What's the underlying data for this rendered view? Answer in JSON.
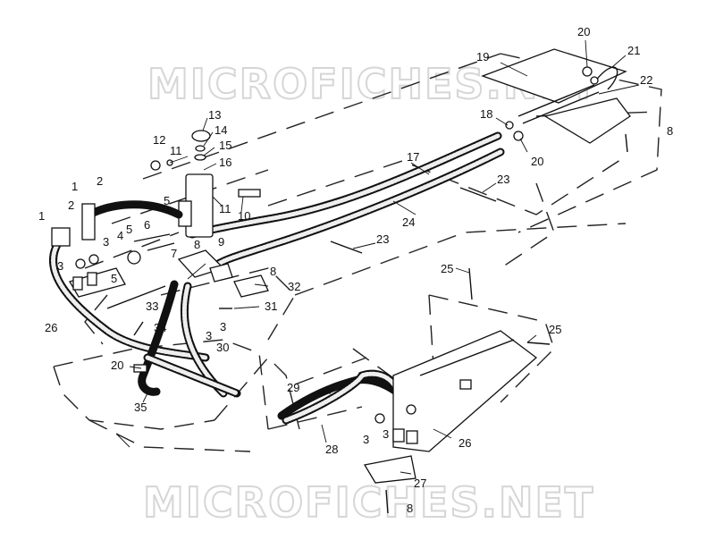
{
  "watermark": {
    "top": "MICROFICHES.NET",
    "bottom": "MICROFICHES.NET"
  },
  "callouts": {
    "c1a": "1",
    "c1b": "1",
    "c2a": "2",
    "c2b": "2",
    "c3a": "3",
    "c3b": "3",
    "c3c": "3",
    "c3d": "3",
    "c3e": "3",
    "c3f": "3",
    "c4": "4",
    "c5a": "5",
    "c5b": "5",
    "c5c": "5",
    "c6": "6",
    "c7": "7",
    "c8a": "8",
    "c8b": "8",
    "c8c": "8",
    "c8d": "8",
    "c9": "9",
    "c10": "10",
    "c11a": "11",
    "c11b": "11",
    "c12": "12",
    "c13": "13",
    "c14": "14",
    "c15": "15",
    "c16": "16",
    "c17": "17",
    "c18": "18",
    "c19": "19",
    "c20a": "20",
    "c20b": "20",
    "c20c": "20",
    "c21": "21",
    "c22": "22",
    "c23a": "23",
    "c23b": "23",
    "c24": "24",
    "c25a": "25",
    "c25b": "25",
    "c26a": "26",
    "c26b": "26",
    "c27": "27",
    "c28": "28",
    "c29": "29",
    "c30": "30",
    "c31": "31",
    "c32": "32",
    "c33": "33",
    "c34": "34",
    "c35": "35"
  }
}
